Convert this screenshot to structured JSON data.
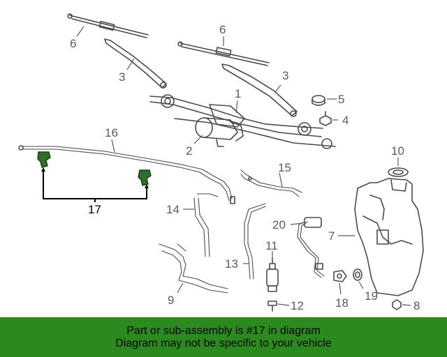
{
  "callouts": {
    "c1": "1",
    "c2": "2",
    "c3a": "3",
    "c3b": "3",
    "c4": "4",
    "c5": "5",
    "c6a": "6",
    "c6b": "6",
    "c7": "7",
    "c8": "8",
    "c9": "9",
    "c10": "10",
    "c11": "11",
    "c12": "12",
    "c13": "13",
    "c14": "14",
    "c15": "15",
    "c16": "16",
    "c17": "17",
    "c18": "18",
    "c19": "19",
    "c20": "20"
  },
  "highlight_color": "#2f6d2a",
  "footer": {
    "line1": "Part or sub-assembly is #17 in diagram",
    "line2": "Diagram may not be specific to your vehicle",
    "background": "#2b8a1e"
  }
}
